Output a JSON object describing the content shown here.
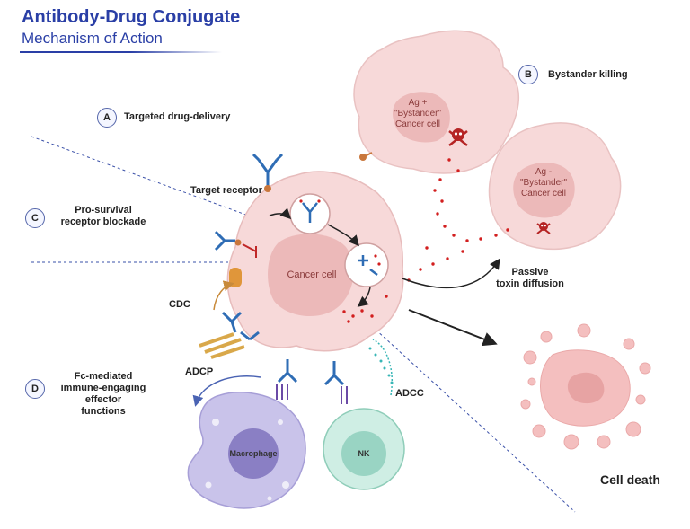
{
  "header": {
    "title": "Antibody-Drug Conjugate",
    "subtitle": "Mechanism of Action"
  },
  "mechanisms": [
    {
      "badge": "A",
      "label": "Targeted drug-delivery"
    },
    {
      "badge": "B",
      "label": "Bystander killing"
    },
    {
      "badge": "C",
      "label": "Pro-survival\nreceptor blockade"
    },
    {
      "badge": "D",
      "label": "Fc-mediated\nimmune-engaging\neffector\nfunctions"
    }
  ],
  "cells": {
    "cancer_cell": "Cancer cell",
    "bystander_pos": "Ag +\n\"Bystander\"\nCancer cell",
    "bystander_neg": "Ag -\n\"Bystander\"\nCancer cell",
    "macrophage": "Macrophage",
    "nk": "NK"
  },
  "labels": {
    "target_receptor": "Target receptor",
    "cdc": "CDC",
    "adcp": "ADCP",
    "adcc": "ADCC",
    "passive_diffusion": "Passive\ntoxin diffusion",
    "cell_death": "Cell death"
  },
  "colors": {
    "title": "#2a3fa6",
    "cancer_cell_fill": "#f7d9d9",
    "nucleus_fill": "#ecb9b9",
    "toxin": "#d21f1f",
    "antibody": "#2f6db5",
    "macrophage_fill": "#c9c3ea",
    "nk_fill": "#cfeee4",
    "guide_line": "#3a50a8"
  }
}
